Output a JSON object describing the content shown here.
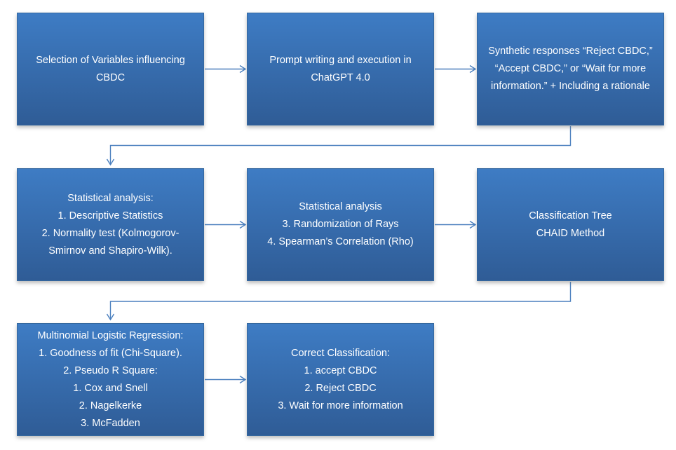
{
  "diagram": {
    "title": "CBDC synthetic-response analysis flowchart",
    "boxes": [
      {
        "id": "selection-of-variables",
        "lines": [
          "Selection of Variables influencing",
          "CBDC"
        ]
      },
      {
        "id": "prompt-writing",
        "lines": [
          "Prompt writing and execution in",
          "ChatGPT 4.0"
        ]
      },
      {
        "id": "synthetic-responses",
        "lines": [
          "Synthetic responses “Reject CBDC,”",
          "“Accept CBDC,” or “Wait for more",
          "information.” + Including a rationale"
        ]
      },
      {
        "id": "statistical-analysis-1",
        "lines": [
          "Statistical analysis:",
          "1. Descriptive Statistics",
          "2. Normality test (Kolmogorov-",
          "Smirnov and Shapiro-Wilk)."
        ]
      },
      {
        "id": "statistical-analysis-2",
        "lines": [
          "Statistical analysis",
          "3. Randomization of Rays",
          "4. Spearman’s Correlation (Rho)"
        ]
      },
      {
        "id": "classification-tree",
        "lines": [
          "Classification Tree",
          "CHAID Method"
        ]
      },
      {
        "id": "multinomial-logistic-regression",
        "lines": [
          "Multinomial Logistic Regression:",
          "1. Goodness of fit (Chi-Square).",
          "2. Pseudo R Square:",
          "1. Cox and Snell",
          "2. Nagelkerke",
          "3. McFadden"
        ]
      },
      {
        "id": "correct-classification",
        "lines": [
          "Correct Classification:",
          "1. accept CBDC",
          "2. Reject CBDC",
          "3. Wait for more information"
        ]
      }
    ],
    "connectors": [
      {
        "from": "selection-of-variables",
        "to": "prompt-writing",
        "type": "straight-arrow"
      },
      {
        "from": "prompt-writing",
        "to": "synthetic-responses",
        "type": "straight-arrow"
      },
      {
        "from": "synthetic-responses",
        "to": "statistical-analysis-1",
        "type": "elbow-arrow"
      },
      {
        "from": "statistical-analysis-1",
        "to": "statistical-analysis-2",
        "type": "straight-arrow"
      },
      {
        "from": "statistical-analysis-2",
        "to": "classification-tree",
        "type": "straight-arrow"
      },
      {
        "from": "classification-tree",
        "to": "multinomial-logistic-regression",
        "type": "elbow-arrow"
      },
      {
        "from": "multinomial-logistic-regression",
        "to": "correct-classification",
        "type": "straight-arrow"
      }
    ]
  },
  "colors": {
    "box_gradient_top": "#3e7cc4",
    "box_gradient_bottom": "#2f5c96",
    "box_border": "#35689f",
    "connector": "#4a7fbe",
    "text": "#ffffff",
    "background": "#ffffff"
  }
}
